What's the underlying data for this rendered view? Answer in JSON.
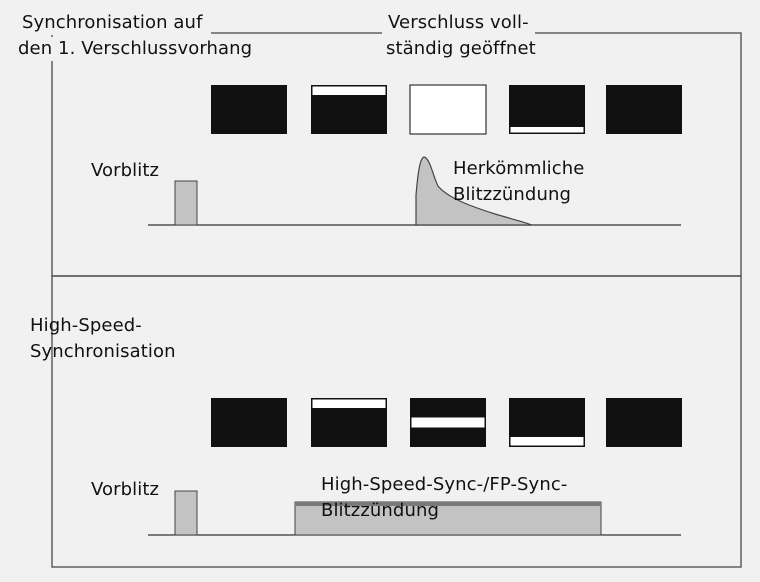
{
  "colors": {
    "background": "#f1f1f1",
    "frame": "#555555",
    "curtain": "#111111",
    "open": "#ffffff",
    "flash_fill": "#c3c3c3",
    "flash_dark": "#7a7a7a"
  },
  "top": {
    "label_sync_line1": "Synchronisation auf",
    "label_sync_line2": "den 1. Verschlussvorhang",
    "label_open_line1": "Verschluss voll-",
    "label_open_line2": "ständig geöffnet",
    "label_preflash": "Vorblitz",
    "label_flash_line1": "Herkömmliche",
    "label_flash_line2": "Blitzzündung",
    "frames": [
      {
        "state": "closed"
      },
      {
        "state": "top_opening",
        "open_fraction": 0.2
      },
      {
        "state": "fully_open"
      },
      {
        "state": "bottom_closing",
        "open_fraction": 0.15
      },
      {
        "state": "closed"
      }
    ]
  },
  "bottom": {
    "label_hss_line1": "High-Speed-",
    "label_hss_line2": "Synchronisation",
    "label_preflash": "Vorblitz",
    "label_flash_line1": "High-Speed-Sync-/FP-Sync-",
    "label_flash_line2": "Blitzzündung",
    "frames": [
      {
        "state": "closed"
      },
      {
        "state": "top_opening",
        "open_fraction": 0.2
      },
      {
        "state": "slit",
        "open_fraction": 0.2
      },
      {
        "state": "bottom_closing",
        "open_fraction": 0.2
      },
      {
        "state": "closed"
      }
    ]
  }
}
